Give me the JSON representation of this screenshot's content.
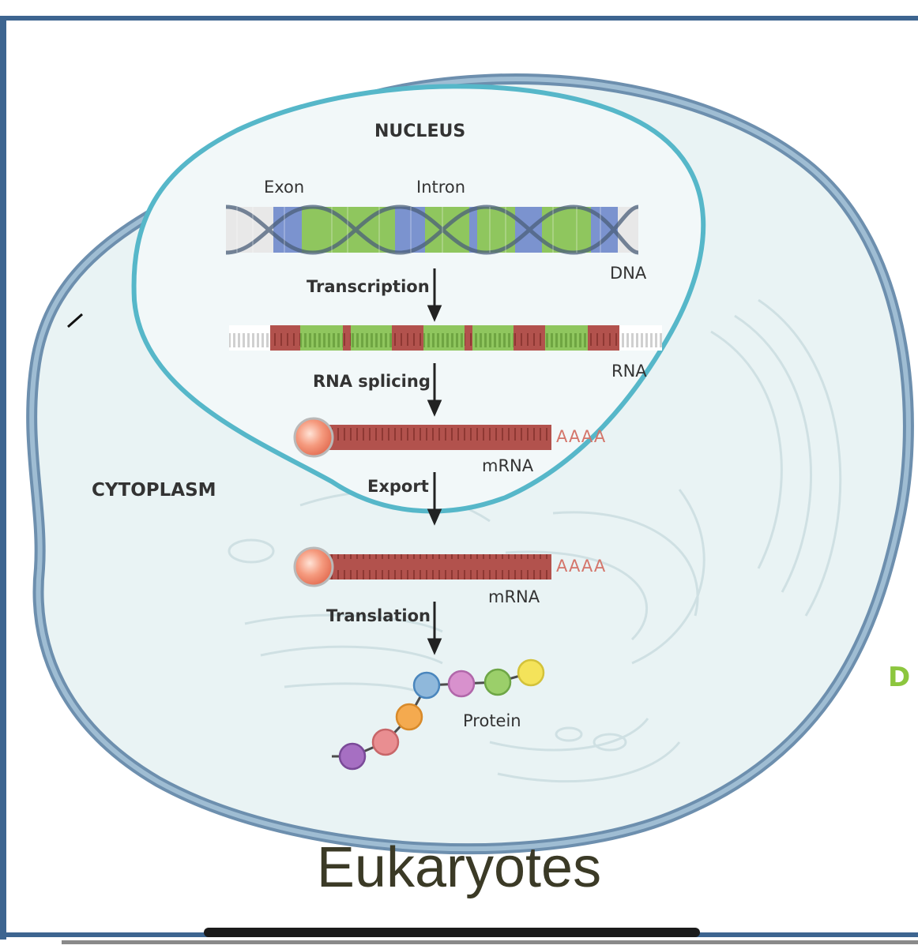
{
  "diagram": {
    "nucleus_label": "NUCLEUS",
    "cytoplasm_label": "CYTOPLASM",
    "exon_label": "Exon",
    "intron_label": "Intron",
    "dna_label": "DNA",
    "rna_label": "RNA",
    "mrna_label": "mRNA",
    "poly_a_label": "AAAA",
    "protein_label": "Protein",
    "steps": {
      "transcription": "Transcription",
      "splicing": "RNA splicing",
      "export": "Export",
      "translation": "Translation"
    },
    "colors": {
      "exon": "#7b93cf",
      "intron": "#8fc65e",
      "rna_exon": "#b2524d",
      "frame": "#3d6590",
      "nucleus_border": "#56b7c9"
    },
    "protein_bead_colors": [
      "#a66fc2",
      "#e98e91",
      "#f4aa4f",
      "#8fb8db",
      "#d891cd",
      "#9bcf6a",
      "#f4e35a"
    ]
  },
  "caption": "Eukaryotes",
  "margin_note": "D"
}
